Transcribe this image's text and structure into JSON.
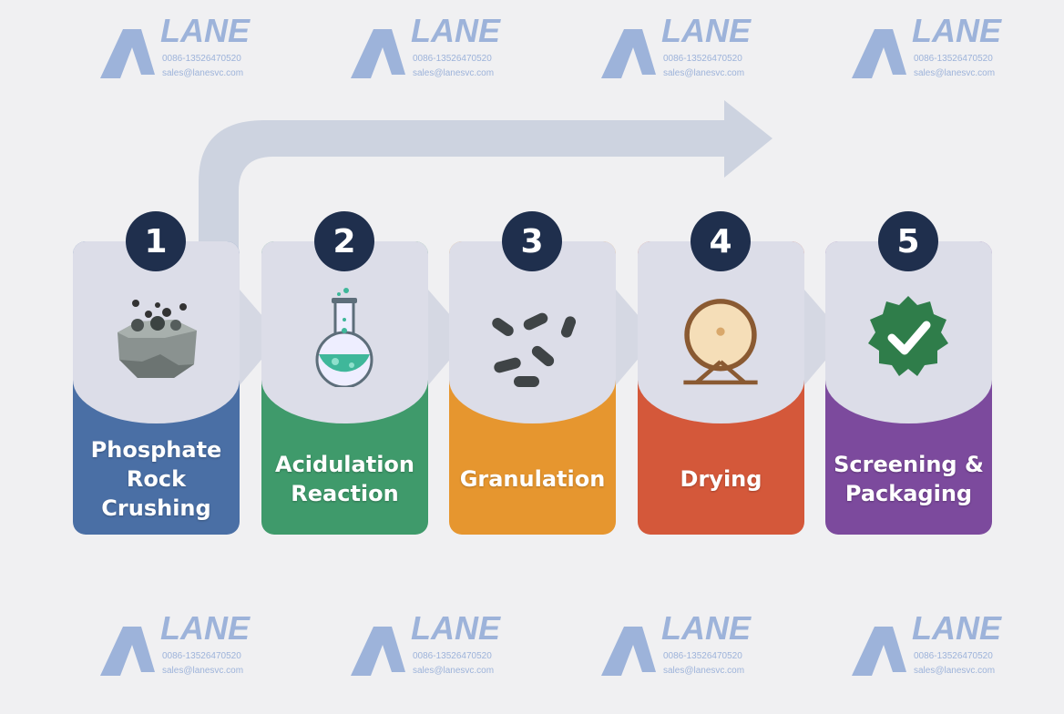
{
  "steps": [
    {
      "number": "1",
      "label": "Phosphate Rock Crushing",
      "color": "#4a6fa5",
      "icon": "crushed-rock-icon"
    },
    {
      "number": "2",
      "label": "Acidulation Reaction",
      "color": "#3f9a6b",
      "icon": "flask-icon"
    },
    {
      "number": "3",
      "label": "Granulation",
      "color": "#e6962f",
      "icon": "granules-icon"
    },
    {
      "number": "4",
      "label": "Drying",
      "color": "#d4583a",
      "icon": "drying-drum-icon"
    },
    {
      "number": "5",
      "label": "Screening & Packaging",
      "color": "#7c4a9d",
      "icon": "check-badge-icon"
    }
  ],
  "watermark": {
    "brand": "LANE",
    "phone": "0086-13526470520",
    "email": "sales@lanesvc.com",
    "color": "#9db3da"
  },
  "colors": {
    "background": "#f0f0f2",
    "card_light": "#dcdde8",
    "badge": "#1f2f4d",
    "flow_arrow": "#cdd3e0"
  }
}
